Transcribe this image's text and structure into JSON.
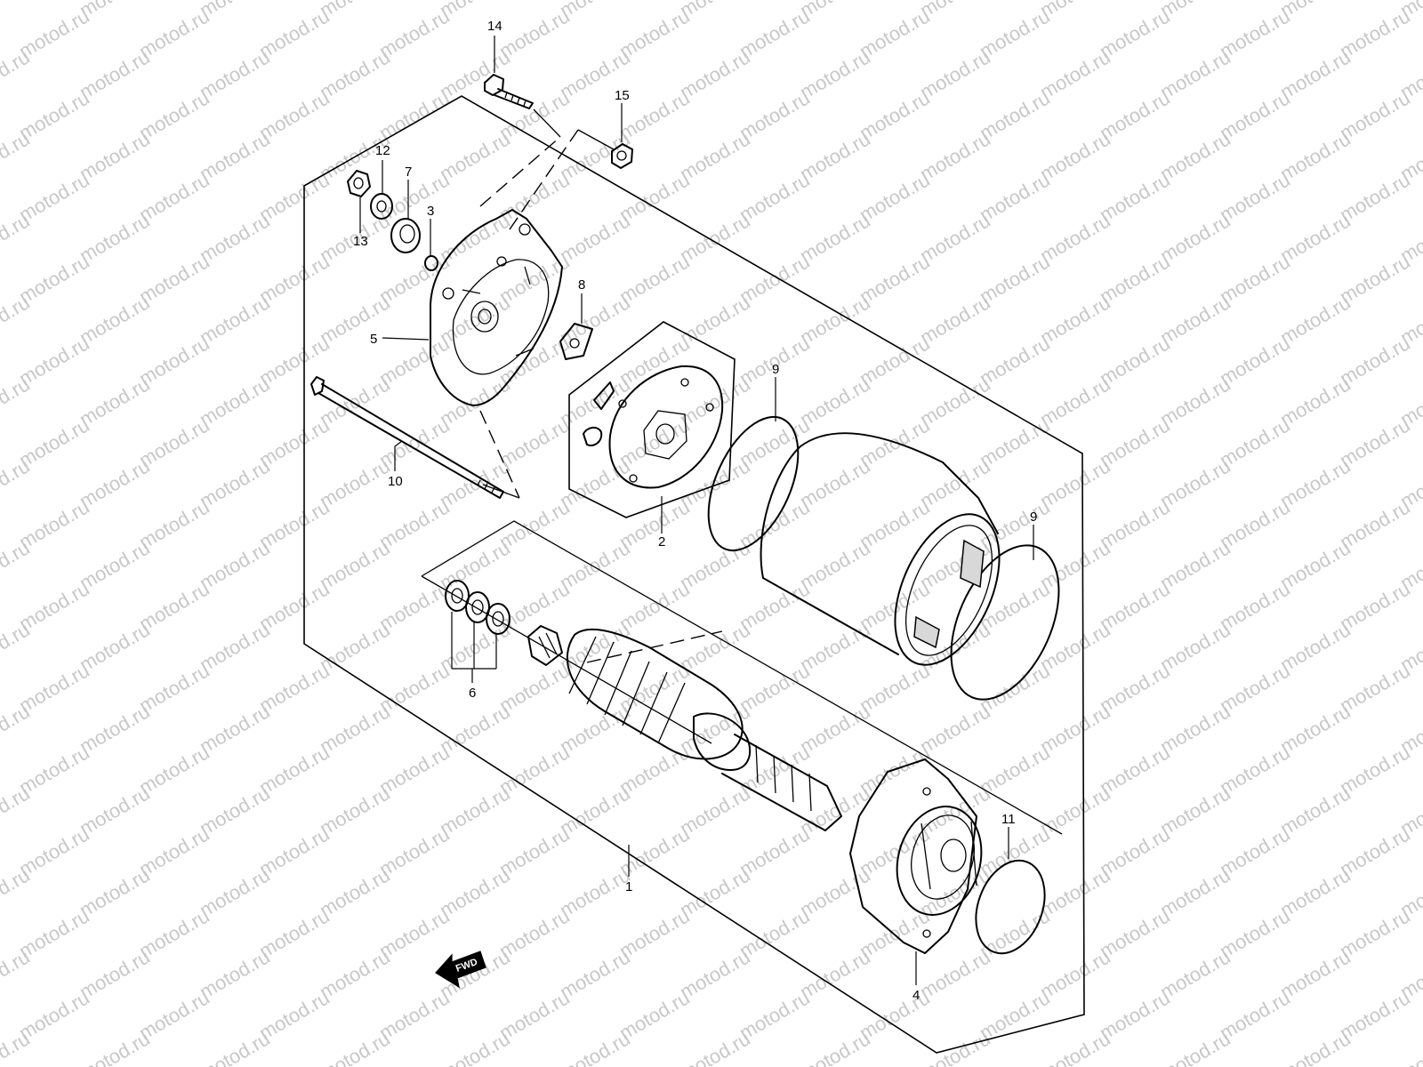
{
  "watermark": {
    "text": "motod.ru"
  },
  "fwd_label": "FWD",
  "callouts": [
    {
      "id": "c1",
      "text": "1"
    },
    {
      "id": "c2",
      "text": "2"
    },
    {
      "id": "c3",
      "text": "3"
    },
    {
      "id": "c4",
      "text": "4"
    },
    {
      "id": "c5",
      "text": "5"
    },
    {
      "id": "c6",
      "text": "6"
    },
    {
      "id": "c7",
      "text": "7"
    },
    {
      "id": "c8",
      "text": "8"
    },
    {
      "id": "c9a",
      "text": "9"
    },
    {
      "id": "c9b",
      "text": "9"
    },
    {
      "id": "c10",
      "text": "10"
    },
    {
      "id": "c11",
      "text": "11"
    },
    {
      "id": "c12",
      "text": "12"
    },
    {
      "id": "c13",
      "text": "13"
    },
    {
      "id": "c14",
      "text": "14"
    },
    {
      "id": "c15",
      "text": "15"
    }
  ]
}
